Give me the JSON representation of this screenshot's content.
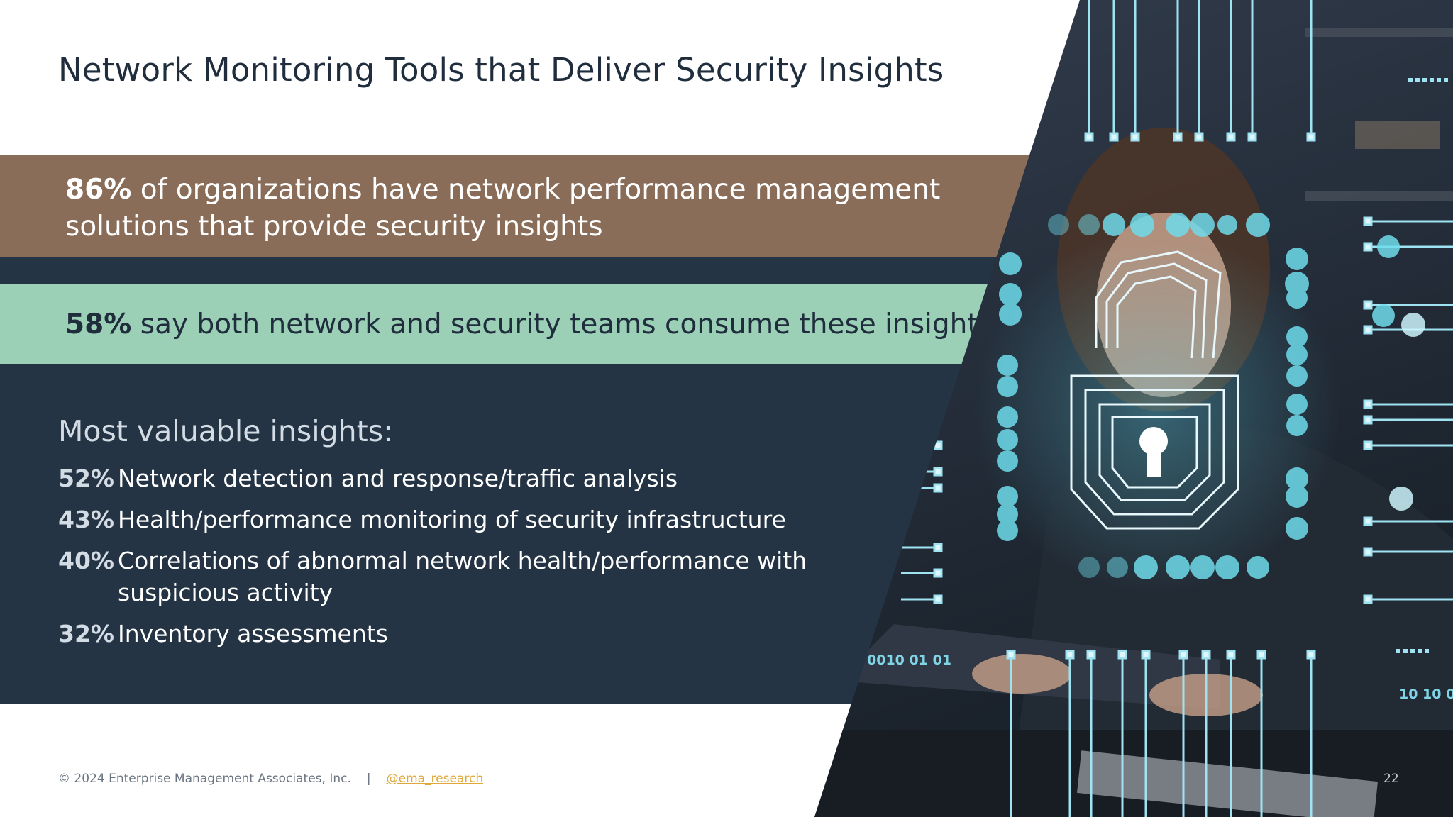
{
  "slide": {
    "title": "Network Monitoring Tools that Deliver Security Insights",
    "stat1": {
      "percent": "86%",
      "text": " of organizations have network performance management solutions that provide security insights"
    },
    "stat2": {
      "percent": "58%",
      "text": " say both network and security teams consume these insights"
    },
    "insights": {
      "heading": "Most valuable insights:",
      "items": [
        {
          "percent": "52%",
          "text": "Network detection and response/traffic analysis"
        },
        {
          "percent": "43%",
          "text": "Health/performance monitoring of security infrastructure"
        },
        {
          "percent": "40%",
          "text": "Correlations of abnormal network health/performance with suspicious activity"
        },
        {
          "percent": "32%",
          "text": "Inventory assessments"
        }
      ]
    },
    "footer": {
      "copyright": "© 2024 Enterprise Management Associates, Inc.",
      "separator": "|",
      "handle": "@ema_research"
    },
    "page_number": "22",
    "photo": {
      "binary_text_1": "0010 01 01",
      "binary_text_2": "10 10 0"
    }
  },
  "colors": {
    "title": "#1f2d3d",
    "brown_band": "#8a6d58",
    "green_band": "#9bd0b7",
    "dark_panel": "#243444",
    "handle": "#e0a83a",
    "circuit": "#9fe3f2"
  }
}
